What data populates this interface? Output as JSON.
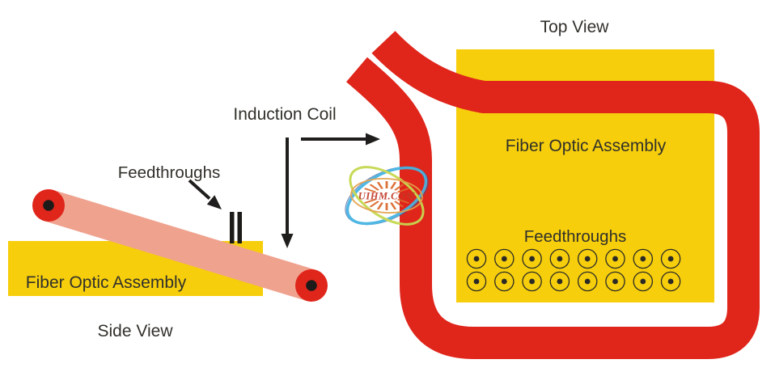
{
  "colors": {
    "coil_red": "#E0251B",
    "assembly_yellow": "#F6CE0C",
    "tube_pink": "#EFA28E",
    "ink": "#31302B",
    "watermark_blue": "#46B4E2",
    "watermark_green": "#C6D84F",
    "watermark_orange": "#E3A14A",
    "watermark_red": "#C03A28"
  },
  "annotations": {
    "induction_coil_label": "Induction Coil"
  },
  "side_view": {
    "caption": "Side View",
    "assembly_label": "Fiber Optic Assembly",
    "feedthroughs_label": "Feedthroughs"
  },
  "top_view": {
    "caption": "Top View",
    "assembly_label": "Fiber Optic Assembly",
    "feedthroughs_label": "Feedthroughs",
    "feedthrough_rows": 2,
    "feedthrough_columns": 8
  },
  "watermark": {
    "text": "UIHM.COM"
  }
}
